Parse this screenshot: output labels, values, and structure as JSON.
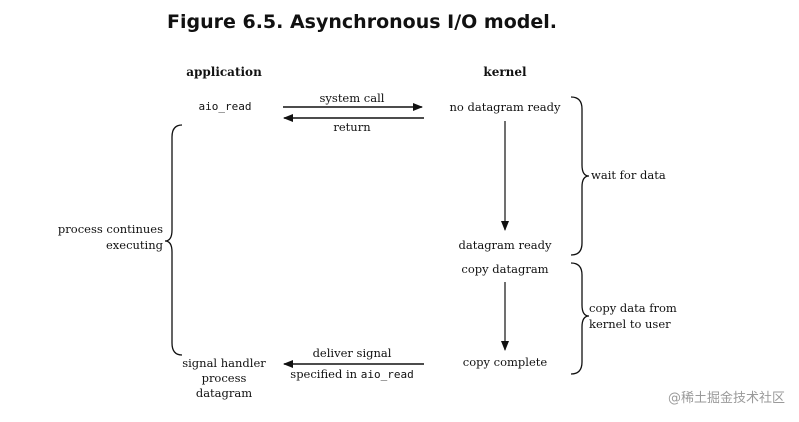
{
  "title": "Figure 6.5. Asynchronous I/O model.",
  "headers": {
    "application": "application",
    "kernel": "kernel"
  },
  "application": {
    "aio_read": "aio_read",
    "process_line1": "process continues",
    "process_line2": "executing",
    "handler_line1": "signal handler",
    "handler_line2": "process",
    "handler_line3": "datagram"
  },
  "arrows": {
    "system_call": "system call",
    "return": "return",
    "deliver_signal": "deliver signal",
    "specified_in": "specified in ",
    "specified_code": "aio_read"
  },
  "kernel": {
    "no_datagram_ready": "no datagram ready",
    "datagram_ready": "datagram ready",
    "copy_datagram": "copy datagram",
    "copy_complete": "copy complete"
  },
  "phases": {
    "wait_for_data": "wait for data",
    "copy_line1": "copy data from",
    "copy_line2": "kernel to user"
  },
  "watermark": "@稀土掘金技术社区"
}
